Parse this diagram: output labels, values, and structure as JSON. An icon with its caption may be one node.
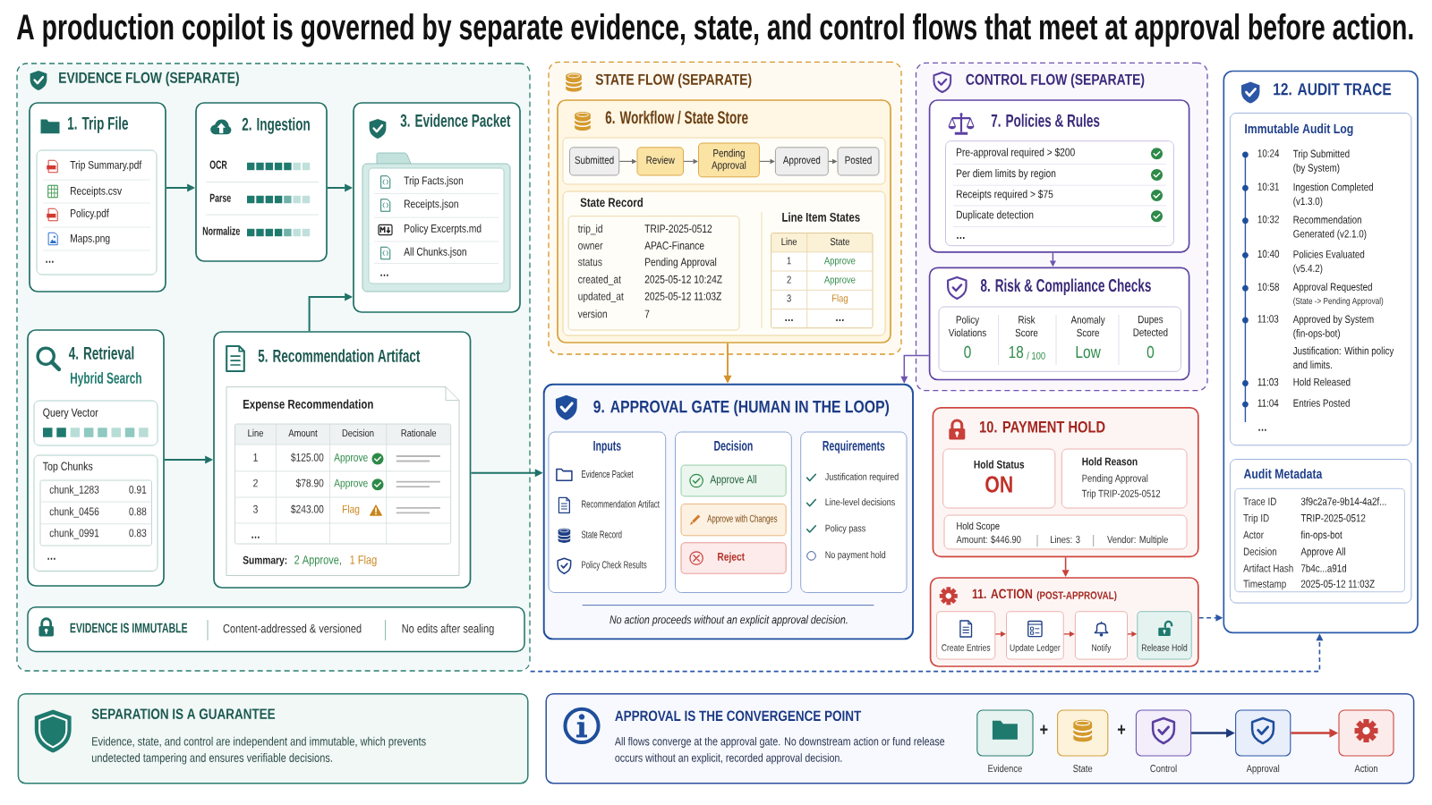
{
  "diagram": {
    "title": "A production copilot is governed by separate evidence, state, and control flows that meet at approval before action.",
    "nodes": [
      {
        "text": [
          "EVIDENCE FLOW (SEPARATE)"
        ]
      },
      {
        "text": [
          "1. Trip File"
        ],
        "in": 0
      },
      {
        "text": [
          "Trip Summary.pdf",
          "Receipts.csv",
          "Policy.pdf",
          "Maps.png",
          "…"
        ],
        "in": 1
      },
      {
        "text": [
          "2. Ingestion",
          "OCR",
          "Parse",
          "Normalize"
        ],
        "in": 0
      },
      {
        "text": [
          "3. Evidence Packet"
        ],
        "in": 0
      },
      {
        "text": [
          "Trip Facts.json",
          "Receipts.json",
          "Policy Excerpts.md",
          "All Chunks.json",
          "…"
        ],
        "in": 4
      },
      {
        "text": [
          "4. Retrieval",
          "Hybrid Search"
        ],
        "in": 0
      },
      {
        "text": [
          "Query Vector"
        ],
        "in": 6
      },
      {
        "text": [
          "Top Chunks",
          "chunk_1283",
          "0.91",
          "chunk_0456",
          "0.88",
          "chunk_0991",
          "0.83",
          "…"
        ],
        "in": 6
      },
      {
        "text": [
          "5. Recommendation Artifact"
        ],
        "in": 0
      },
      {
        "text": [
          "Expense Recommendation",
          "Line",
          "Amount",
          "Decision",
          "Rationale",
          "1",
          "$125.00",
          "Approve",
          "2",
          "$78.90",
          "Approve",
          "3",
          "$243.00",
          "Flag",
          "…",
          "Summary:",
          "2 Approve,",
          "1 Flag"
        ],
        "in": 9
      },
      {
        "text": [
          "EVIDENCE IS IMMUTABLE",
          "Content-addressed & versioned",
          "No edits after sealing"
        ],
        "in": 0
      },
      {
        "text": [
          "STATE FLOW (SEPARATE)"
        ]
      },
      {
        "text": [
          "6. Workflow / State Store"
        ],
        "in": 12
      },
      {
        "text": [
          "Submitted"
        ],
        "in": 13
      },
      {
        "text": [
          "Review"
        ],
        "in": 13
      },
      {
        "text": [
          "Pending Approval"
        ],
        "in": 13
      },
      {
        "text": [
          "Approved"
        ],
        "in": 13
      },
      {
        "text": [
          "Posted"
        ],
        "in": 13
      },
      {
        "text": [
          "State Record",
          "Line Item States",
          "Line",
          "State",
          "1",
          "Approve",
          "2",
          "Approve",
          "3",
          "Flag",
          "…",
          "…"
        ],
        "in": 13
      },
      {
        "text": [
          "trip_id",
          "TRIP-2025-0512",
          "owner",
          "APAC-Finance",
          "status",
          "Pending Approval",
          "created_at",
          "2025-05-12 10:24Z",
          "updated_at",
          "2025-05-12 11:03Z",
          "version",
          "7"
        ],
        "in": 19
      },
      {
        "text": [
          "CONTROL FLOW (SEPARATE)"
        ]
      },
      {
        "text": [
          "7. Policies & Rules"
        ],
        "in": 21
      },
      {
        "text": [
          "Pre-approval required > $200",
          "Per diem limits by region",
          "Receipts required > $75",
          "Duplicate detection",
          "…"
        ],
        "in": 22
      },
      {
        "text": [
          "8. Risk & Compliance Checks"
        ],
        "in": 21
      },
      {
        "text": [
          "Policy Violations",
          "0",
          "Risk Score",
          "18",
          "/ 100",
          "Anomaly Score",
          "Low",
          "Dupes Detected",
          "0"
        ],
        "in": 24
      },
      {
        "text": [
          "9. APPROVAL GATE (HUMAN IN THE LOOP)",
          "No action proceeds without an explicit approval decision."
        ]
      },
      {
        "text": [
          "Inputs",
          "Evidence Packet",
          "Recommendation Artifact",
          "State Record",
          "Policy Check Results"
        ],
        "in": 26
      },
      {
        "text": [
          "Decision"
        ],
        "in": 26
      },
      {
        "text": [
          "Approve All"
        ],
        "in": 28
      },
      {
        "text": [
          "Approve with Changes"
        ],
        "in": 28
      },
      {
        "text": [
          "Reject"
        ],
        "in": 28
      },
      {
        "text": [
          "Requirements",
          "Justification required",
          "Line-level decisions",
          "Policy pass",
          "No payment hold"
        ],
        "in": 26
      },
      {
        "text": [
          "10. PAYMENT HOLD"
        ]
      },
      {
        "text": [
          "Hold Status",
          "ON"
        ],
        "in": 33
      },
      {
        "text": [
          "Hold Reason",
          "Pending Approval",
          "Trip TRIP-2025-0512"
        ],
        "in": 33
      },
      {
        "text": [
          "Hold Scope",
          "Amount: $446.90",
          "Lines: 3",
          "Vendor: Multiple"
        ],
        "in": 33
      },
      {
        "text": [
          "11. ACTION",
          "(POST-APPROVAL)"
        ]
      },
      {
        "text": [
          "Create Entries"
        ],
        "in": 37
      },
      {
        "text": [
          "Update Ledger"
        ],
        "in": 37
      },
      {
        "text": [
          "Notify"
        ],
        "in": 37
      },
      {
        "text": [
          "Release Hold"
        ],
        "in": 37
      },
      {
        "text": [
          "12. AUDIT TRACE"
        ]
      },
      {
        "text": [
          "Immutable Audit Log",
          "10:24",
          "Trip Submitted (by System)",
          "10:31",
          "Ingestion Completed (v1.3.0)",
          "10:32",
          "Recommendation Generated (v2.1.0)",
          "10:40",
          "Policies Evaluated (v5.4.2)",
          "10:58",
          "Approval Requested",
          "(State -> Pending Approval)",
          "11:03",
          "Approved by System (fin-ops-bot)",
          "Justification: Within policy and limits.",
          "11:03",
          "Hold Released",
          "11:04",
          "Entries Posted",
          "…"
        ],
        "in": 42
      },
      {
        "text": [
          "Audit Metadata"
        ],
        "in": 42
      },
      {
        "text": [
          "Trace ID",
          "3f9c2a7e-9b14-4a2f...",
          "Trip ID",
          "TRIP-2025-0512",
          "Actor",
          "fin-ops-bot",
          "Decision",
          "Approve All",
          "Artifact Hash",
          "7b4c...a91d",
          "Timestamp",
          "2025-05-12 11:03Z"
        ],
        "in": 44
      },
      {
        "text": [
          "SEPARATION IS A GUARANTEE",
          "Evidence, state, and control are independent and immutable, which prevents undetected tampering and ensures verifiable decisions."
        ]
      },
      {
        "text": [
          "APPROVAL IS THE CONVERGENCE POINT",
          "All flows converge at the approval gate. No downstream action or fund release occurs without an explicit, recorded approval decision."
        ]
      },
      {
        "text": [
          "Evidence"
        ],
        "in": 47
      },
      {
        "text": [
          "State"
        ],
        "in": 47
      },
      {
        "text": [
          "Control"
        ],
        "in": 47
      },
      {
        "text": [
          "Approval"
        ],
        "in": 47
      },
      {
        "text": [
          "Action"
        ],
        "in": 47
      }
    ],
    "edges": [
      {
        "from": 1,
        "to": 3,
        "arrow": "to"
      },
      {
        "from": 3,
        "to": 4,
        "arrow": "to"
      },
      {
        "from": 6,
        "to": 9,
        "arrow": "to"
      },
      {
        "from": 9,
        "to": 4,
        "arrow": "to"
      },
      {
        "from": 9,
        "to": 26,
        "arrow": "to"
      },
      {
        "from": 14,
        "to": 15,
        "arrow": "to",
        "color": "#6b6b6b"
      },
      {
        "from": 15,
        "to": 16,
        "arrow": "to",
        "color": "#6b6b6b"
      },
      {
        "from": 16,
        "to": 17,
        "arrow": "to",
        "color": "#6b6b6b"
      },
      {
        "from": 17,
        "to": 18,
        "arrow": "to",
        "color": "#6b6b6b"
      },
      {
        "from": 13,
        "to": 26,
        "arrow": "to",
        "color": "#d4922a"
      },
      {
        "from": 22,
        "to": 24,
        "arrow": "to",
        "color": "#6e55b0"
      },
      {
        "from": 24,
        "to": 26,
        "arrow": "to",
        "color": "#6e55b0"
      },
      {
        "from": 33,
        "to": 37,
        "arrow": "to",
        "color": "#c9403a"
      },
      {
        "from": 38,
        "to": 39,
        "arrow": "to",
        "color": "#c9403a"
      },
      {
        "from": 39,
        "to": 40,
        "arrow": "to",
        "color": "#c9403a"
      },
      {
        "from": 40,
        "to": 41,
        "arrow": "to",
        "color": "#c9403a"
      },
      {
        "from": 37,
        "to": 42,
        "arrow": "to",
        "style": "dashed",
        "color": "#2c56a6"
      },
      {
        "from": 0,
        "to": 42,
        "arrow": "to",
        "style": "dashed",
        "color": "#2c56a6"
      },
      {
        "from": 50,
        "to": 51,
        "arrow": "to",
        "color": "#1f3a7a"
      },
      {
        "from": 51,
        "to": 52,
        "arrow": "to",
        "color": "#c9403a"
      }
    ],
    "labels": [
      "+",
      "+"
    ]
  }
}
